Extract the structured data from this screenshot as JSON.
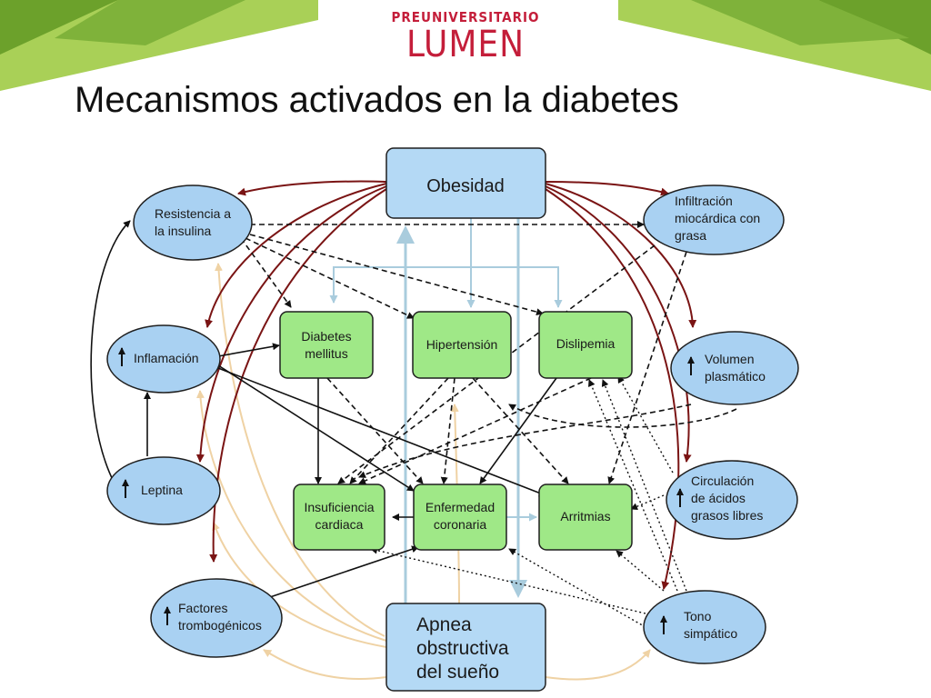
{
  "colors": {
    "green_dark": "#6ca12b",
    "green_light": "#a9d057",
    "logo_red": "#c41e3a",
    "blue_fill": "#a9d1f2",
    "blue_box": "#b4d9f5",
    "green_box": "#9fe887",
    "arrow_dark_red": "#7a1414",
    "arrow_tan": "#efd2a4",
    "arrow_light_blue": "#a9ccdd"
  },
  "logo": {
    "top": "PREUNIVERSITARIO",
    "main": "LUMEN"
  },
  "title": "Mecanismos activados en la diabetes",
  "diagram": {
    "obesidad": "Obesidad",
    "apnea": [
      "Apnea",
      "obstructiva",
      "del sueño"
    ],
    "left_nodes": {
      "resistencia": [
        "Resistencia a",
        "la insulina"
      ],
      "inflamacion": "Inflamación",
      "leptina": "Leptina",
      "factores": [
        "Factores",
        "trombogénicos"
      ]
    },
    "right_nodes": {
      "infiltracion": [
        "Infiltración",
        "miocárdica con",
        "grasa"
      ],
      "volumen": [
        "Volumen",
        "plasmático"
      ],
      "circulacion": [
        "Circulación",
        "de ácidos",
        "grasos libres"
      ],
      "tono": [
        "Tono",
        "simpático"
      ]
    },
    "center_boxes": {
      "diabetes": [
        "Diabetes",
        "mellitus"
      ],
      "hipertension": "Hipertensión",
      "dislipemia": "Dislipemia",
      "insuficiencia": [
        "Insuficiencia",
        "cardiaca"
      ],
      "enfermedad": [
        "Enfermedad",
        "coronaria"
      ],
      "arritmias": "Arritmias"
    }
  }
}
